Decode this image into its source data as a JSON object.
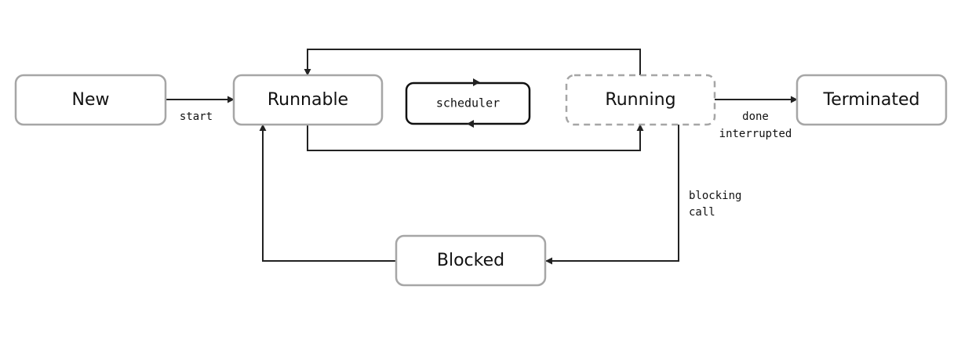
{
  "states": {
    "new": "New",
    "runnable": "Runnable",
    "running": "Running",
    "terminated": "Terminated",
    "blocked": "Blocked"
  },
  "scheduler": {
    "label": "scheduler"
  },
  "transitions": {
    "start": "start",
    "done": "done",
    "interrupted": "interrupted",
    "blocking_line1": "blocking",
    "blocking_line2": "call"
  }
}
